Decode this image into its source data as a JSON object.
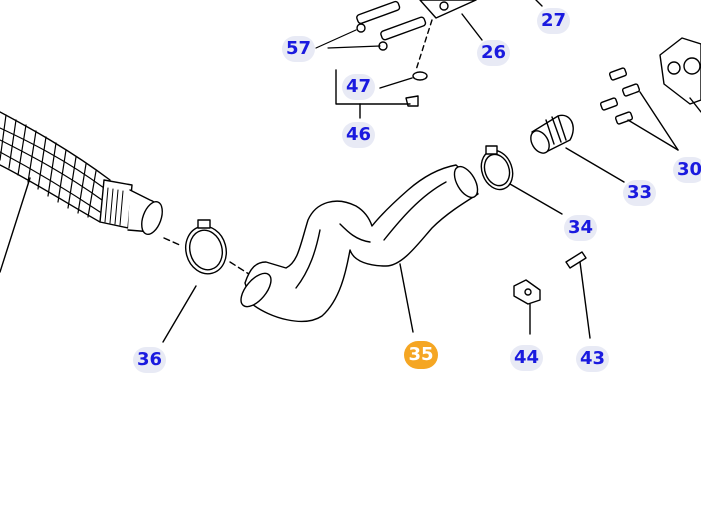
{
  "colors": {
    "callout_text": "#1a1adf",
    "callout_bg": "#e8eaf5",
    "callout_active_bg": "#f5a623",
    "callout_active_text": "#ffffff",
    "line": "#000000"
  },
  "callouts": [
    {
      "id": "57",
      "label": "57",
      "active": false
    },
    {
      "id": "26",
      "label": "26",
      "active": false
    },
    {
      "id": "27",
      "label": "27",
      "active": false
    },
    {
      "id": "47",
      "label": "47",
      "active": false
    },
    {
      "id": "46",
      "label": "46",
      "active": false
    },
    {
      "id": "30",
      "label": "30",
      "active": false
    },
    {
      "id": "33",
      "label": "33",
      "active": false
    },
    {
      "id": "34",
      "label": "34",
      "active": false
    },
    {
      "id": "36",
      "label": "36",
      "active": false
    },
    {
      "id": "35",
      "label": "35",
      "active": true
    },
    {
      "id": "44",
      "label": "44",
      "active": false
    },
    {
      "id": "43",
      "label": "43",
      "active": false
    }
  ]
}
